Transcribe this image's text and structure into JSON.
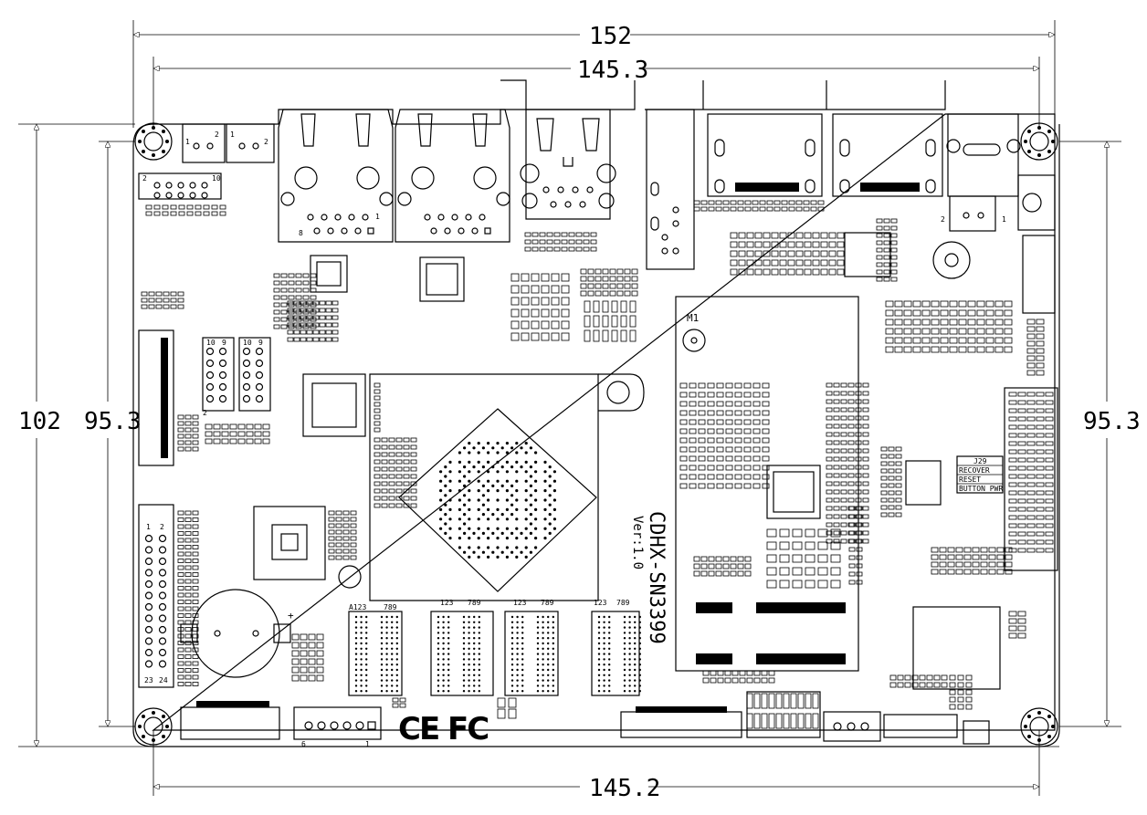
{
  "dimensions": {
    "top_outer": "152",
    "top_inner": "145.3",
    "bottom": "145.2",
    "left_outer": "102",
    "left_inner": "95.3",
    "right": "95.3"
  },
  "board": {
    "model": "CDHX-SN3399",
    "version": "Ver:1.0",
    "module_label": "M1",
    "logo": "CE FC"
  },
  "jumper": {
    "title": "J29",
    "rows": [
      "RECOVER",
      "RESET",
      "BUTTON PWR"
    ]
  },
  "pin_labels": {
    "fan1": [
      "1",
      "2"
    ],
    "fan2": [
      "1",
      "2"
    ],
    "header_top": [
      "2",
      "10"
    ],
    "hdr_a": [
      "10",
      "9"
    ],
    "hdr_b": [
      "10",
      "9"
    ],
    "hdr_a_bottom": [
      "2"
    ],
    "gpio": [
      "1",
      "2",
      "23",
      "24"
    ],
    "bga_cols": [
      "A123",
      "789",
      "123",
      "789",
      "123",
      "789",
      "123",
      "789"
    ],
    "connector_bottom": [
      "6",
      "1"
    ],
    "power_sw": [
      "2",
      "1"
    ],
    "rj45_pins": [
      "8",
      "1"
    ]
  }
}
